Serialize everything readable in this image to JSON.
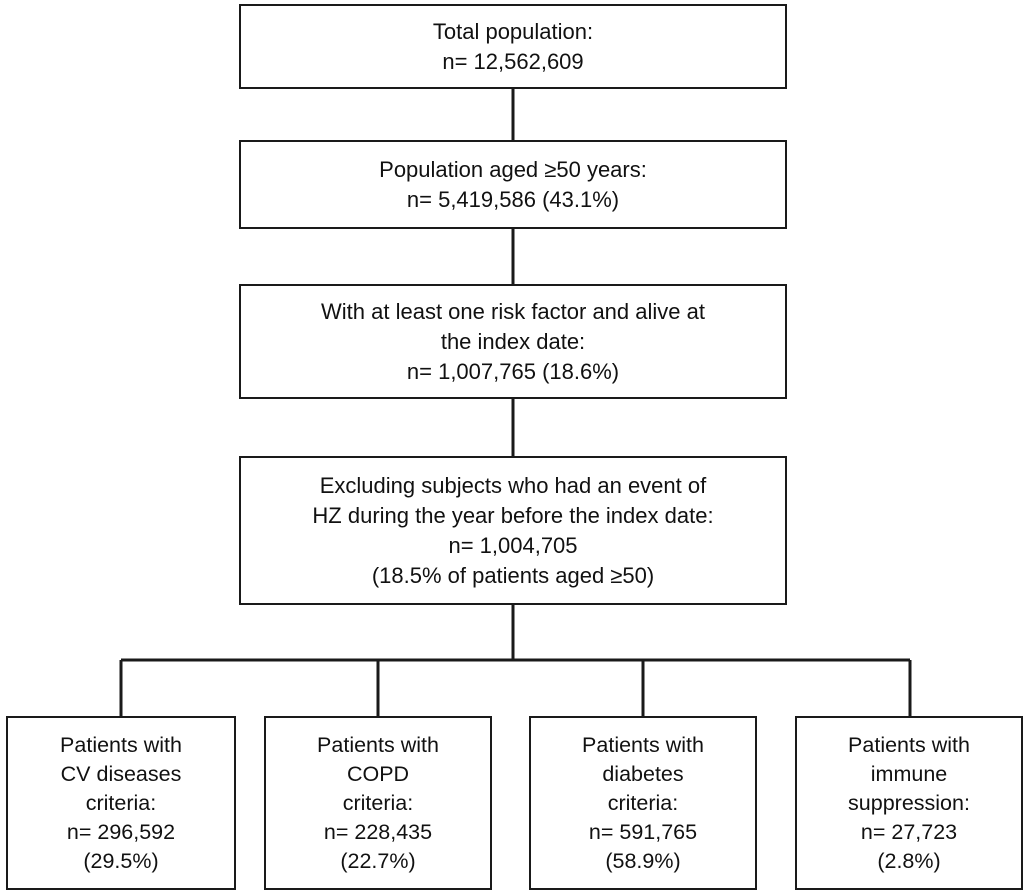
{
  "flowchart": {
    "steps": [
      {
        "lines": [
          "Total population:",
          "n= 12,562,609"
        ]
      },
      {
        "lines": [
          "Population aged ≥50 years:",
          "n= 5,419,586 (43.1%)"
        ]
      },
      {
        "lines": [
          "With at least one risk factor and alive at",
          "the index date:",
          "n= 1,007,765 (18.6%)"
        ]
      },
      {
        "lines": [
          "Excluding subjects who had an event of",
          "HZ during the year before the index date:",
          "n= 1,004,705",
          "(18.5% of patients aged ≥50)"
        ]
      }
    ],
    "groups": [
      {
        "lines": [
          "Patients with",
          "CV diseases",
          "criteria:",
          "n= 296,592",
          "(29.5%)"
        ]
      },
      {
        "lines": [
          "Patients with",
          "COPD",
          "criteria:",
          "n= 228,435",
          "(22.7%)"
        ]
      },
      {
        "lines": [
          "Patients with",
          "diabetes",
          "criteria:",
          "n= 591,765",
          "(58.9%)"
        ]
      },
      {
        "lines": [
          "Patients with",
          "immune",
          "suppression:",
          "n= 27,723",
          "(2.8%)"
        ]
      }
    ]
  }
}
